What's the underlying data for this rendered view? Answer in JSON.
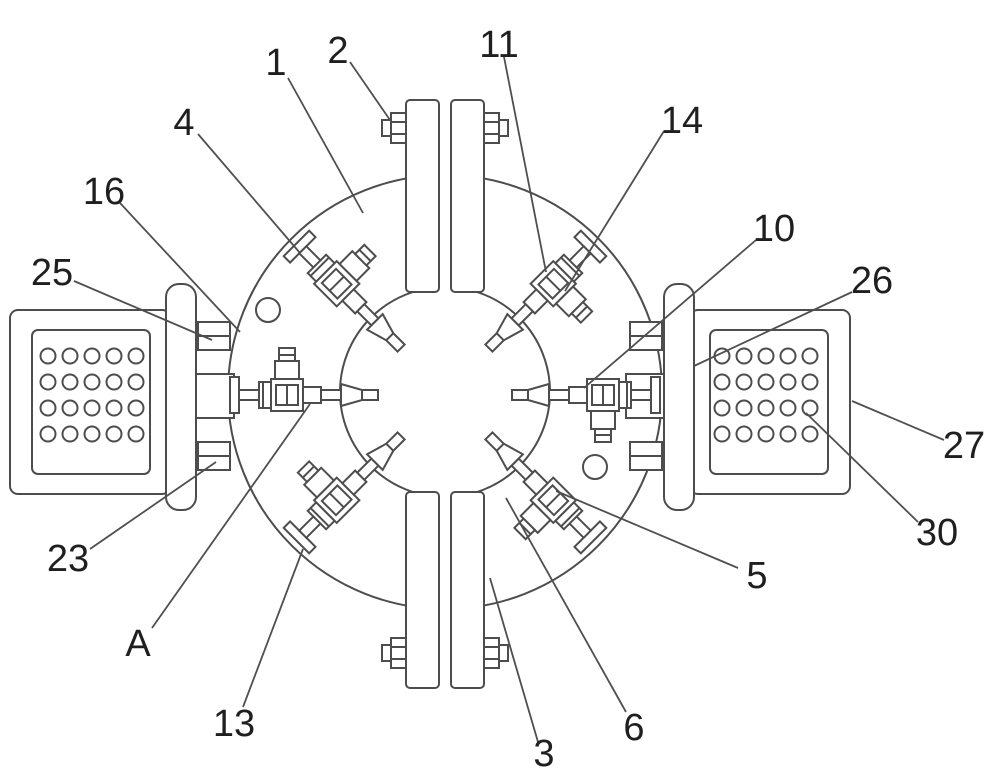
{
  "figure": {
    "background_color": "#ffffff",
    "line_color": "#4d4d4d",
    "label_color": "#1f1f1f"
  },
  "reference_labels": {
    "n1": "1",
    "n2": "2",
    "n3": "3",
    "n4": "4",
    "n5": "5",
    "n6": "6",
    "n10": "10",
    "n11": "11",
    "n13": "13",
    "n14": "14",
    "n16": "16",
    "n23": "23",
    "n25": "25",
    "n26": "26",
    "n27": "27",
    "n30": "30",
    "A": "A"
  }
}
